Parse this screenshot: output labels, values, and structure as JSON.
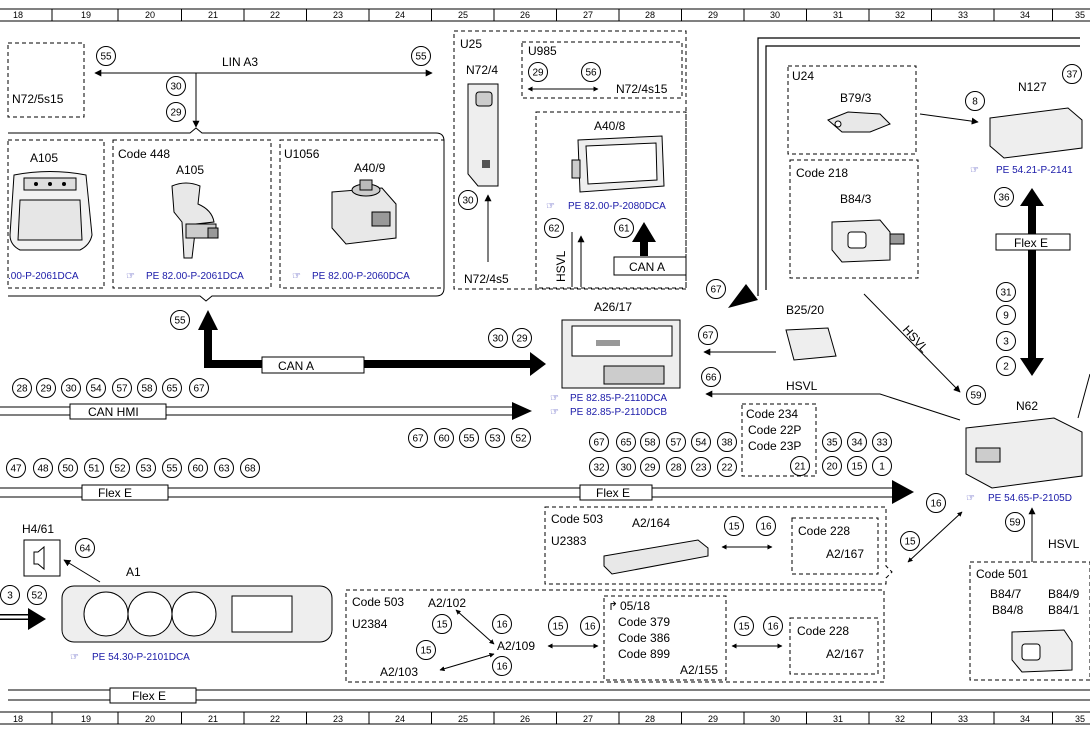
{
  "ruler": [
    "18",
    "19",
    "20",
    "21",
    "22",
    "23",
    "24",
    "25",
    "26",
    "27",
    "28",
    "29",
    "30",
    "31",
    "32",
    "33",
    "34",
    "35"
  ],
  "labels": {
    "lin": "LIN A3",
    "can_a": "CAN A",
    "can_hmi": "CAN HMI",
    "flex_e": "Flex E",
    "hsvl": "HSVL"
  },
  "components": {
    "n72_5s15": "N72/5s15",
    "a105": "A105",
    "code448": "Code 448",
    "u1056": "U1056",
    "a40_9": "A40/9",
    "u25": "U25",
    "n72_4": "N72/4",
    "u985": "U985",
    "n72_4s15": "N72/4s15",
    "n72_4s5": "N72/4s5",
    "a40_8": "A40/8",
    "a26_17": "A26/17",
    "b25_20": "B25/20",
    "u24": "U24",
    "b79_3": "B79/3",
    "code218": "Code 218",
    "b84_3": "B84/3",
    "n127": "N127",
    "n62": "N62",
    "code234": "Code 234",
    "code22p": "Code 22P",
    "code23p": "Code 23P",
    "code503": "Code 503",
    "u2383": "U2383",
    "a2_164": "A2/164",
    "code228": "Code 228",
    "a2_167": "A2/167",
    "u2384": "U2384",
    "a2_102": "A2/102",
    "a2_109": "A2/109",
    "a2_103": "A2/103",
    "ref0518": "05/18",
    "code379": "Code 379",
    "code386": "Code 386",
    "code899": "Code 899",
    "a2_155": "A2/155",
    "h4_61": "H4/61",
    "a1": "A1",
    "code501": "Code 501",
    "b84_7": "B84/7",
    "b84_8": "B84/8",
    "b84_9": "B84/9",
    "b84_1": "B84/1"
  },
  "links": {
    "l2061a": ".00-P-2061DCA",
    "l2061b": "PE 82.00-P-2061DCA",
    "l2060": "PE 82.00-P-2060DCA",
    "l2080": "PE 82.00-P-2080DCA",
    "l2110a": "PE 82.85-P-2110DCA",
    "l2110b": "PE 82.85-P-2110DCB",
    "l2141": "PE 54.21-P-2141",
    "l2105": "PE 54.65-P-2105D",
    "l2101": "PE 54.30-P-2101DCA"
  },
  "circles": {
    "c55a": "55",
    "c55b": "55",
    "c30a": "30",
    "c29a": "29",
    "c55c": "55",
    "c29b": "29",
    "c56": "56",
    "c30b": "30",
    "c62": "62",
    "c61": "61",
    "c30c": "30",
    "c29c": "29",
    "c67a": "67",
    "c66": "66",
    "c67b": "67",
    "c8": "8",
    "c37": "37",
    "c36": "36",
    "c31": "31",
    "c9": "9",
    "c3": "3",
    "c2": "2",
    "c59a": "59",
    "h28": "28",
    "h29": "29",
    "h30": "30",
    "h54": "54",
    "h57": "57",
    "h58": "58",
    "h65": "65",
    "h67": "67",
    "r67": "67",
    "r60": "60",
    "r55": "55",
    "r53": "53",
    "r52": "52",
    "m67": "67",
    "m65": "65",
    "m58": "58",
    "m57": "57",
    "m54": "54",
    "m38": "38",
    "m32": "32",
    "m30": "30",
    "m29": "29",
    "m28": "28",
    "m23": "23",
    "m22": "22",
    "c21": "21",
    "k35": "35",
    "k34": "34",
    "k33": "33",
    "k20": "20",
    "k15": "15",
    "k1": "1",
    "f47": "47",
    "f48": "48",
    "f50": "50",
    "f51": "51",
    "f52": "52",
    "f53": "53",
    "f55": "55",
    "f60": "60",
    "f63": "63",
    "f68": "68",
    "c16a": "16",
    "c15a": "15",
    "c59b": "59",
    "d15": "15",
    "d16": "16",
    "e15": "15",
    "e16": "16",
    "e15b": "15",
    "e16b": "16",
    "g16": "16",
    "g15": "15",
    "g16b": "16",
    "z15": "15",
    "z16": "16",
    "c64": "64",
    "c3l": "3",
    "c52l": "52"
  }
}
